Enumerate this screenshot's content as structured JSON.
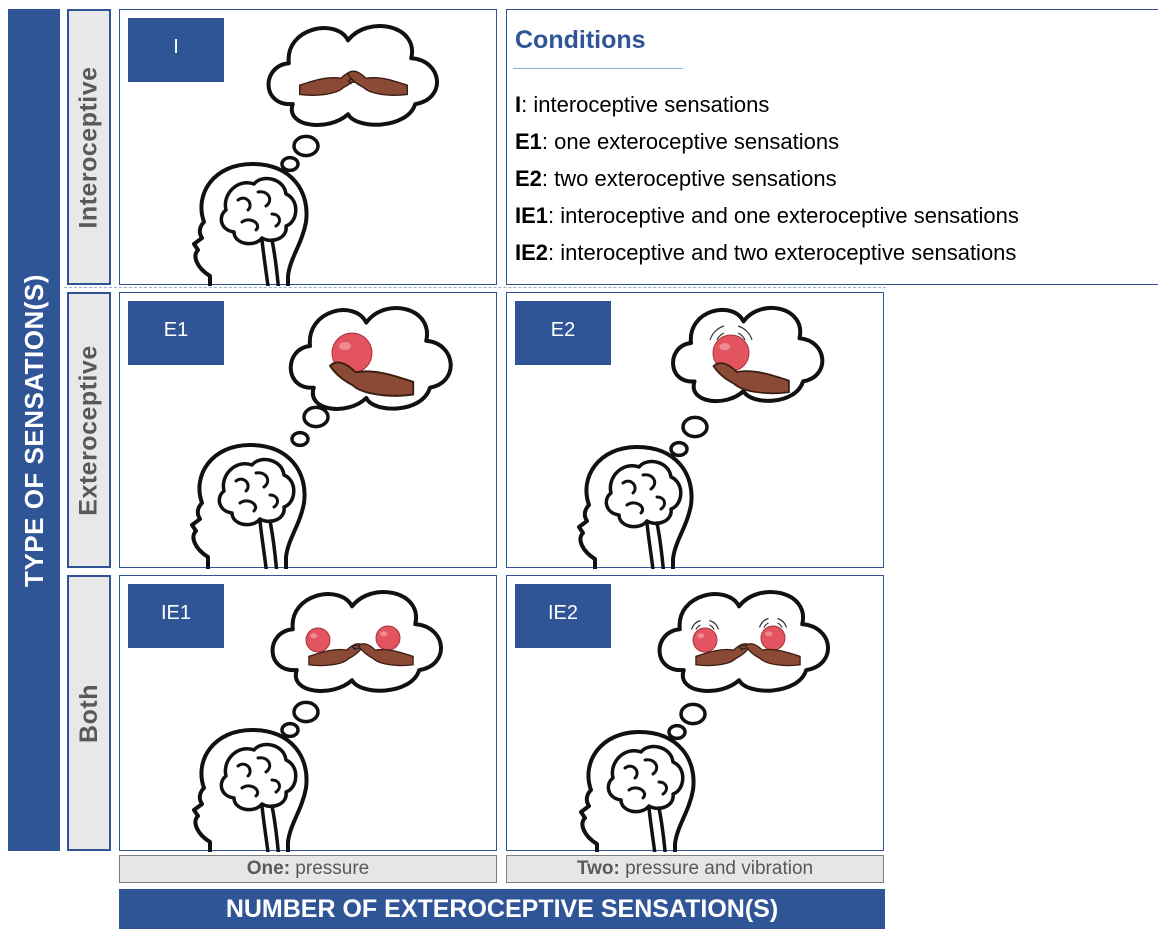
{
  "y_axis": {
    "label": "TYPE OF SENSATION(S)"
  },
  "x_axis": {
    "label": "NUMBER OF EXTEROCEPTIVE SENSATION(S)"
  },
  "rows": {
    "interoceptive": "Interoceptive",
    "exteroceptive": "Exteroceptive",
    "both": "Both"
  },
  "columns": {
    "one": {
      "bold": "One:",
      "rest": " pressure"
    },
    "two": {
      "bold": "Two:",
      "rest": " pressure and vibration"
    }
  },
  "panels": {
    "I": "I",
    "E1": "E1",
    "E2": "E2",
    "IE1": "IE1",
    "IE2": "IE2"
  },
  "legend": {
    "title": "Conditions",
    "items": [
      {
        "code": "I",
        "text": ": interoceptive sensations"
      },
      {
        "code": "E1",
        "text": ": one exteroceptive sensations"
      },
      {
        "code": "E2",
        "text": ": two exteroceptive sensations"
      },
      {
        "code": "IE1",
        "text": ": interoceptive and one exteroceptive sensations"
      },
      {
        "code": "IE2",
        "text": ": interoceptive and two exteroceptive sensations"
      }
    ]
  },
  "colors": {
    "primary": "#2f5597",
    "strip_bg": "#e8e8e8",
    "ball": "#e2545f",
    "skin": "#8b4a35"
  }
}
